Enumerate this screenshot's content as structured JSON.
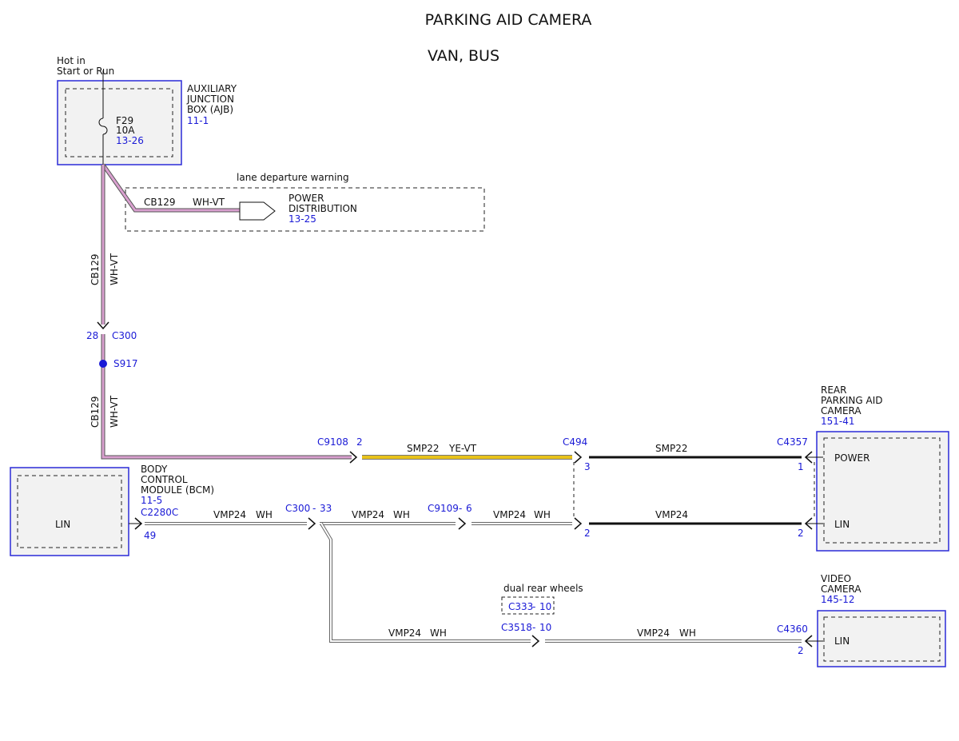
{
  "header": {
    "title": "PARKING AID CAMERA",
    "subtitle": "VAN, BUS"
  },
  "power_source": {
    "line1": "Hot in",
    "line2": "Start or Run"
  },
  "ajb": {
    "name_line1": "AUXILIARY",
    "name_line2": "JUNCTION",
    "name_line3": "BOX (AJB)",
    "ref": "11-1",
    "fuse": {
      "id": "F29",
      "rating": "10A",
      "ref": "13-26"
    }
  },
  "lane_departure": {
    "note": "lane departure warning",
    "wire": "CB129",
    "color": "WH-VT",
    "target_line1": "POWER",
    "target_line2": "DISTRIBUTION",
    "target_ref": "13-25"
  },
  "main_wire": {
    "circuit": "CB129",
    "color": "WH-VT"
  },
  "c300_top": {
    "pin": "28",
    "id": "C300"
  },
  "splice": {
    "id": "S917"
  },
  "c9108": {
    "id": "C9108",
    "pin": "2",
    "circuit": "SMP22",
    "color": "YE-VT"
  },
  "c494": {
    "id": "C494",
    "pin_top": "3",
    "pin_bottom": "2",
    "circuit_top": "SMP22",
    "circuit_bottom": "VMP24"
  },
  "rear_camera": {
    "line1": "REAR",
    "line2": "PARKING AID",
    "line3": "CAMERA",
    "ref": "151-41",
    "connector": "C4357",
    "pin_power": "1",
    "pin_lin": "2",
    "power_label": "POWER",
    "lin_label": "LIN"
  },
  "bcm": {
    "line1": "BODY",
    "line2": "CONTROL",
    "line3": "MODULE (BCM)",
    "ref": "11-5",
    "connector": "C2280C",
    "pin": "49",
    "lin_label": "LIN"
  },
  "lin_run": {
    "seg1": {
      "circuit": "VMP24",
      "color": "WH"
    },
    "c300": "C300",
    "c300_pin": "33",
    "seg2": {
      "circuit": "VMP24",
      "color": "WH"
    },
    "c9109": "C9109",
    "c9109_pin": "6",
    "seg3": {
      "circuit": "VMP24",
      "color": "WH"
    }
  },
  "dual_rear": {
    "note": "dual rear wheels",
    "connector": "C333",
    "pin": "10"
  },
  "c3518": {
    "id": "C3518",
    "pin": "10"
  },
  "video_branch": {
    "seg1": {
      "circuit": "VMP24",
      "color": "WH"
    },
    "seg2": {
      "circuit": "VMP24",
      "color": "WH"
    }
  },
  "video_camera": {
    "line1": "VIDEO",
    "line2": "CAMERA",
    "ref": "145-12",
    "connector": "C4360",
    "pin": "2",
    "lin_label": "LIN"
  },
  "colors": {
    "ref_blue": "#1a1ad6",
    "box_fill": "#f2f2f2",
    "wire_pink": "#d9a0cf",
    "wire_yellow": "#e8c21a"
  }
}
